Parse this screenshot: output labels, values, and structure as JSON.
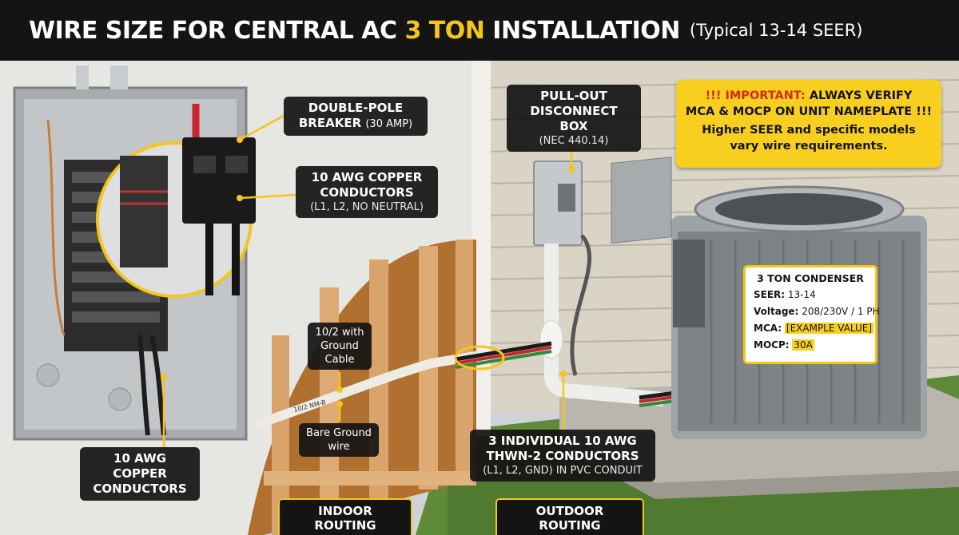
{
  "header": {
    "title_part1": "WIRE SIZE FOR CENTRAL AC ",
    "title_accent": "3 TON",
    "title_part2": " INSTALLATION",
    "subtitle": "(Typical 13-14 SEER)"
  },
  "labels": {
    "breaker": {
      "title_line1": "DOUBLE-POLE",
      "title_line2": "BREAKER",
      "detail": "(30 AMP)"
    },
    "panel_conductors": {
      "title_line1": "10 AWG COPPER",
      "title_line2": "CONDUCTORS",
      "detail": "(L1, L2, NO NEUTRAL)"
    },
    "disconnect": {
      "title_line1": "PULL-OUT",
      "title_line2": "DISCONNECT BOX",
      "detail": "(NEC 440.14)"
    },
    "cable": {
      "line1": "10/2 with",
      "line2": "Ground",
      "line3": "Cable"
    },
    "ground_wire": {
      "line1": "Bare Ground",
      "line2": "wire"
    },
    "panel_bottom": {
      "line1": "10 AWG COPPER",
      "line2": "CONDUCTORS"
    },
    "conduit": {
      "line1": "3 INDIVIDUAL 10 AWG",
      "line2": "THWN-2 CONDUCTORS",
      "detail": "(L1, L2, GND) IN PVC CONDUIT"
    },
    "indoor": "INDOOR ROUTING",
    "outdoor": "OUTDOOR ROUTING",
    "cable_print": "10/2 NM-B"
  },
  "important": {
    "prefix": "!!! IMPORTANT:",
    "line1_rest": " ALWAYS VERIFY",
    "line2": "MCA & MOCP ON UNIT NAMEPLATE !!!",
    "line3": "Higher SEER and specific models",
    "line4": "vary wire requirements."
  },
  "nameplate": {
    "title": "3 TON CONDENSER",
    "seer_label": "SEER:",
    "seer_value": "13-14",
    "voltage_label": "Voltage:",
    "voltage_value": "208/230V / 1 PH",
    "mca_label": "MCA:",
    "mca_value": "[EXAMPLE VALUE]",
    "mocp_label": "MOCP:",
    "mocp_value": "30A"
  },
  "colors": {
    "accent": "#f5c518",
    "important_bg": "#f8cf1f",
    "important_red": "#d42a1a",
    "dark": "#141414"
  }
}
